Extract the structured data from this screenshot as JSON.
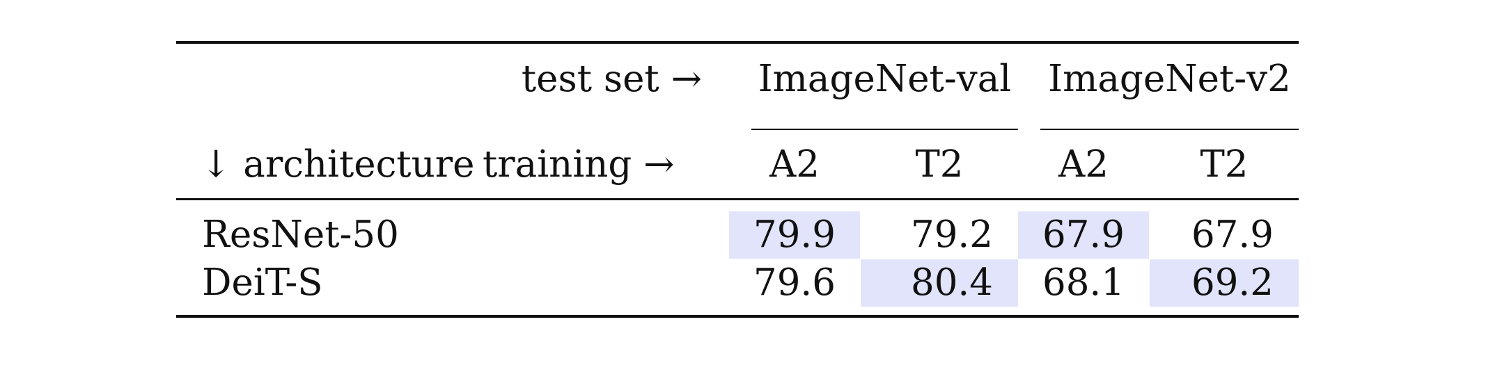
{
  "table": {
    "header": {
      "test_set_label": "test set →",
      "test_sets": [
        "ImageNet-val",
        "ImageNet-v2"
      ],
      "architecture_label": "↓ architecture",
      "training_label": "training →",
      "training_cols": [
        "A2",
        "T2",
        "A2",
        "T2"
      ]
    },
    "rows": [
      {
        "name": "ResNet-50",
        "values": [
          "79.9",
          "79.2",
          "67.9",
          "67.9"
        ]
      },
      {
        "name": "DeiT-S",
        "values": [
          "79.6",
          "80.4",
          "68.1",
          "69.2"
        ]
      }
    ],
    "highlight_color": "#e1e4fb"
  }
}
